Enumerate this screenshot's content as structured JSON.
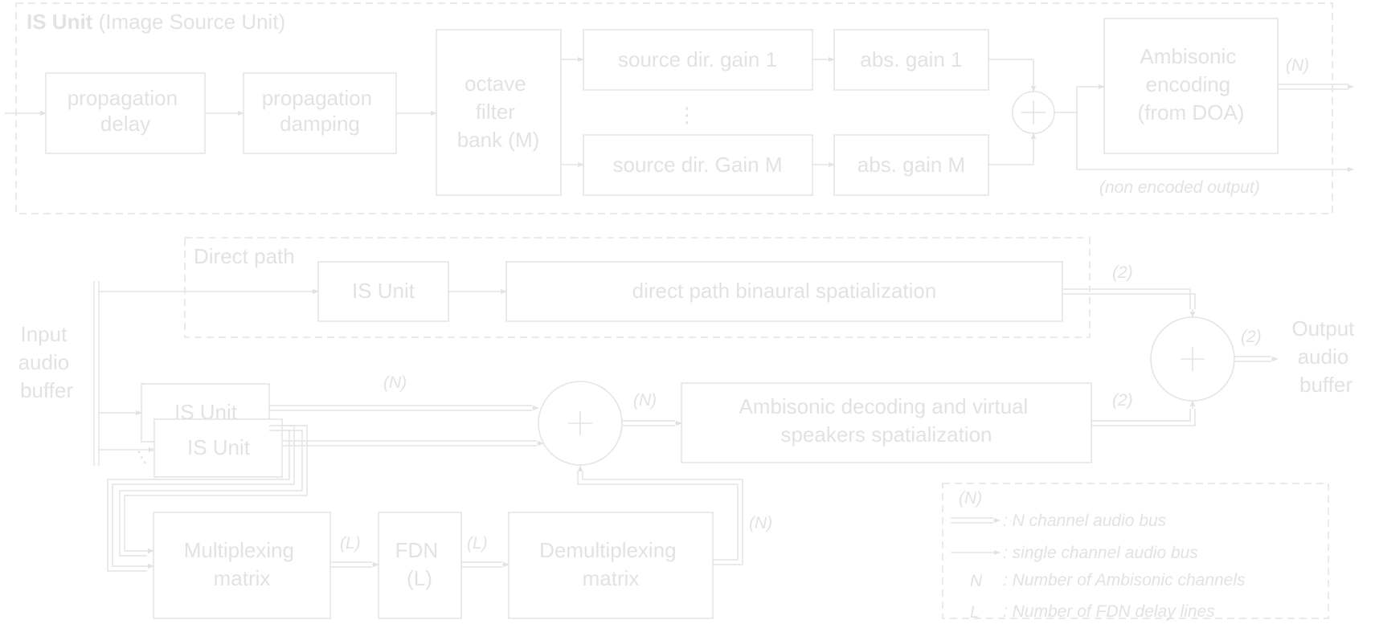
{
  "is_unit_panel": {
    "title_bold": "IS Unit",
    "title_rest": " (Image Source Unit)",
    "propagation_delay": [
      "propagation",
      "delay"
    ],
    "propagation_damping": [
      "propagation",
      "damping"
    ],
    "octave_filter_bank": [
      "octave",
      "filter",
      "bank (M)"
    ],
    "source_gain_1": "source dir. gain 1",
    "source_gain_m": "source dir. Gain M",
    "abs_gain_1": "abs. gain 1",
    "abs_gain_m": "abs. gain M",
    "ellipsis": "⋮",
    "ambisonic_encoding": [
      "Ambisonic",
      "encoding",
      "(from DOA)"
    ],
    "encoded_label": "(N)",
    "non_encoded_label": "(non encoded output)"
  },
  "main": {
    "direct_path_title": "Direct path",
    "is_unit_label": "IS Unit",
    "direct_spatialization": "direct path binaural spatialization",
    "input_buffer": [
      "Input",
      "audio",
      "buffer"
    ],
    "output_buffer": [
      "Output",
      "audio",
      "buffer"
    ],
    "ambisonic_decoding": [
      "Ambisonic decoding and virtual",
      "speakers spatialization"
    ],
    "multiplexing_matrix": [
      "Multiplexing",
      "matrix"
    ],
    "fdn": [
      "FDN",
      "(L)"
    ],
    "demultiplexing_matrix": [
      "Demultiplexing",
      "matrix"
    ],
    "label_n": "(N)",
    "label_2": "(2)",
    "label_l": "(L)",
    "ellipsis": "⋮"
  },
  "legend": {
    "bus_label": "(N)",
    "n_bus": ": N channel audio bus",
    "single_bus": ": single channel audio bus",
    "n_symbol": "N",
    "n_desc": ": Number of Ambisonic channels",
    "l_symbol": "L",
    "l_desc": ": Number of FDN delay lines"
  },
  "colors": {
    "line": "#e4e4e4",
    "text": "#e2e2e2",
    "background": "#ffffff"
  }
}
